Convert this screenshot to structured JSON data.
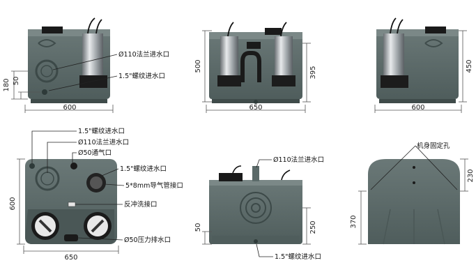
{
  "labels": {
    "inlet_110": "Ø110法兰进水口",
    "inlet_thread": "1.5\"螺纹进水口",
    "vent_50": "Ø50通气口",
    "guide_pipe": "5*8mm导气管接口",
    "backflush": "反冲洗接口",
    "discharge_50": "Ø50压力排水口",
    "mount_hole": "机身固定孔"
  },
  "dimensions": {
    "v1_width": "600",
    "v1_h180": "180",
    "v1_h50": "50",
    "v2_width": "650",
    "v2_h500": "500",
    "v2_h395": "395",
    "v3_width": "600",
    "v3_h450": "450",
    "v4_width": "650",
    "v4_h600": "600",
    "v5_h50": "50",
    "v5_h250": "250",
    "v6_h230": "230",
    "v6_h370": "370"
  },
  "colors": {
    "body": "#5b6a69",
    "body_dark": "#3f4b4a",
    "body_light": "#74807f",
    "pump_metal": "#c9cdd0",
    "black": "#141414",
    "dim_line": "#555555"
  }
}
